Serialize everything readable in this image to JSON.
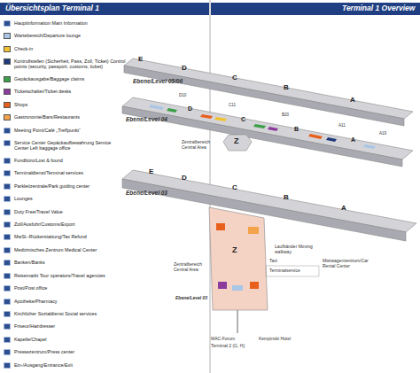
{
  "diagram": {
    "title": "Übersichtsplan Terminal 1",
    "labels": [
      "Terminal 1 Overview",
      "Ebene/Level 05/06",
      "E",
      "D",
      "C",
      "B",
      "A",
      "Ebene/Level 04",
      "D",
      "C",
      "B",
      "A",
      "Zentralbereich Central Area",
      "Z",
      "Ebene/Level 03",
      "E",
      "D",
      "C",
      "B",
      "A",
      "Laufbänder Moving walkway",
      "Zentralbereich Central Area",
      "Z",
      "Ebene/Level 03",
      "Taxi",
      "Terminalservice",
      "Mietwagenzentrum/Car Rental Center",
      "MAC-Forum",
      "Terminal 2 (G, H)",
      "Kempinski Hotel",
      "D10",
      "C11",
      "B20",
      "A11",
      "A19"
    ],
    "legend": [
      {
        "text": "Hauptinformation Main Information"
      },
      {
        "text": "Wartebereich/Departure lounge",
        "color": "#a9c6e6"
      },
      {
        "text": "Check-in",
        "color": "#f2c230"
      },
      {
        "text": "Kontrollstellen (Sicherheit, Pass, Zoll, Ticket) Control points (security, passport, customs, ticket)",
        "color": "#1f3a78"
      },
      {
        "text": "Gepäckausgabe/Baggage claims",
        "color": "#3a9f48"
      },
      {
        "text": "Ticketschalter/Ticket desks",
        "color": "#8b3b9b"
      },
      {
        "text": "Shops",
        "color": "#e8601c"
      },
      {
        "text": "Gastronomie/Bars/Restaurants",
        "color": "#f3a34a"
      },
      {
        "text": "Meeting Point/Café „Treffpunkt“"
      },
      {
        "text": "Service Center Gepäckaufbewahrung Service Center Left baggage office"
      },
      {
        "text": "Fundbüro/Lost & found"
      },
      {
        "text": "Terminaldienst/Terminal services"
      },
      {
        "text": "Parkleitzentrale/Park guiding center"
      },
      {
        "text": "Lounges"
      },
      {
        "text": "Duty Free/Travel Value"
      },
      {
        "text": "Zoll/Ausfuhr/Customs/Export"
      },
      {
        "text": "MwSt.-Rückerstattung/Tax Refund"
      },
      {
        "text": "Medizinisches Zentrum Medical Center"
      },
      {
        "text": "Banken/Banks"
      },
      {
        "text": "Reisemarkt Tour operators/Travel agencies"
      },
      {
        "text": "Post/Post office"
      },
      {
        "text": "Apotheke/Pharmacy"
      },
      {
        "text": "Kirchlicher Sozialdienst Social services"
      },
      {
        "text": "Friseur/Hairdresser"
      },
      {
        "text": "Kapelle/Chapel"
      },
      {
        "text": "Pressezentrum/Press center"
      },
      {
        "text": "Ein-/Ausgang/Entrance/Exit"
      }
    ]
  }
}
